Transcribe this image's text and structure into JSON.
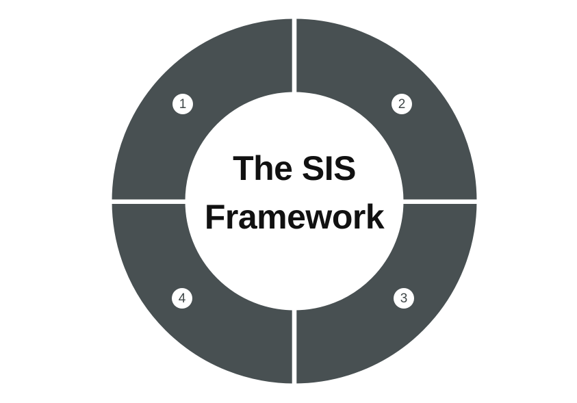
{
  "title": {
    "line1": "The SIS",
    "line2": "Framework"
  },
  "segments": [
    {
      "number": "1",
      "position": "top-left"
    },
    {
      "number": "2",
      "position": "top-right"
    },
    {
      "number": "3",
      "position": "bottom-right"
    },
    {
      "number": "4",
      "position": "bottom-left"
    }
  ],
  "colors": {
    "ring": "#485052",
    "bg": "#ffffff",
    "title": "#111111",
    "badge_bg": "#ffffff",
    "badge_text": "#3e4647"
  }
}
